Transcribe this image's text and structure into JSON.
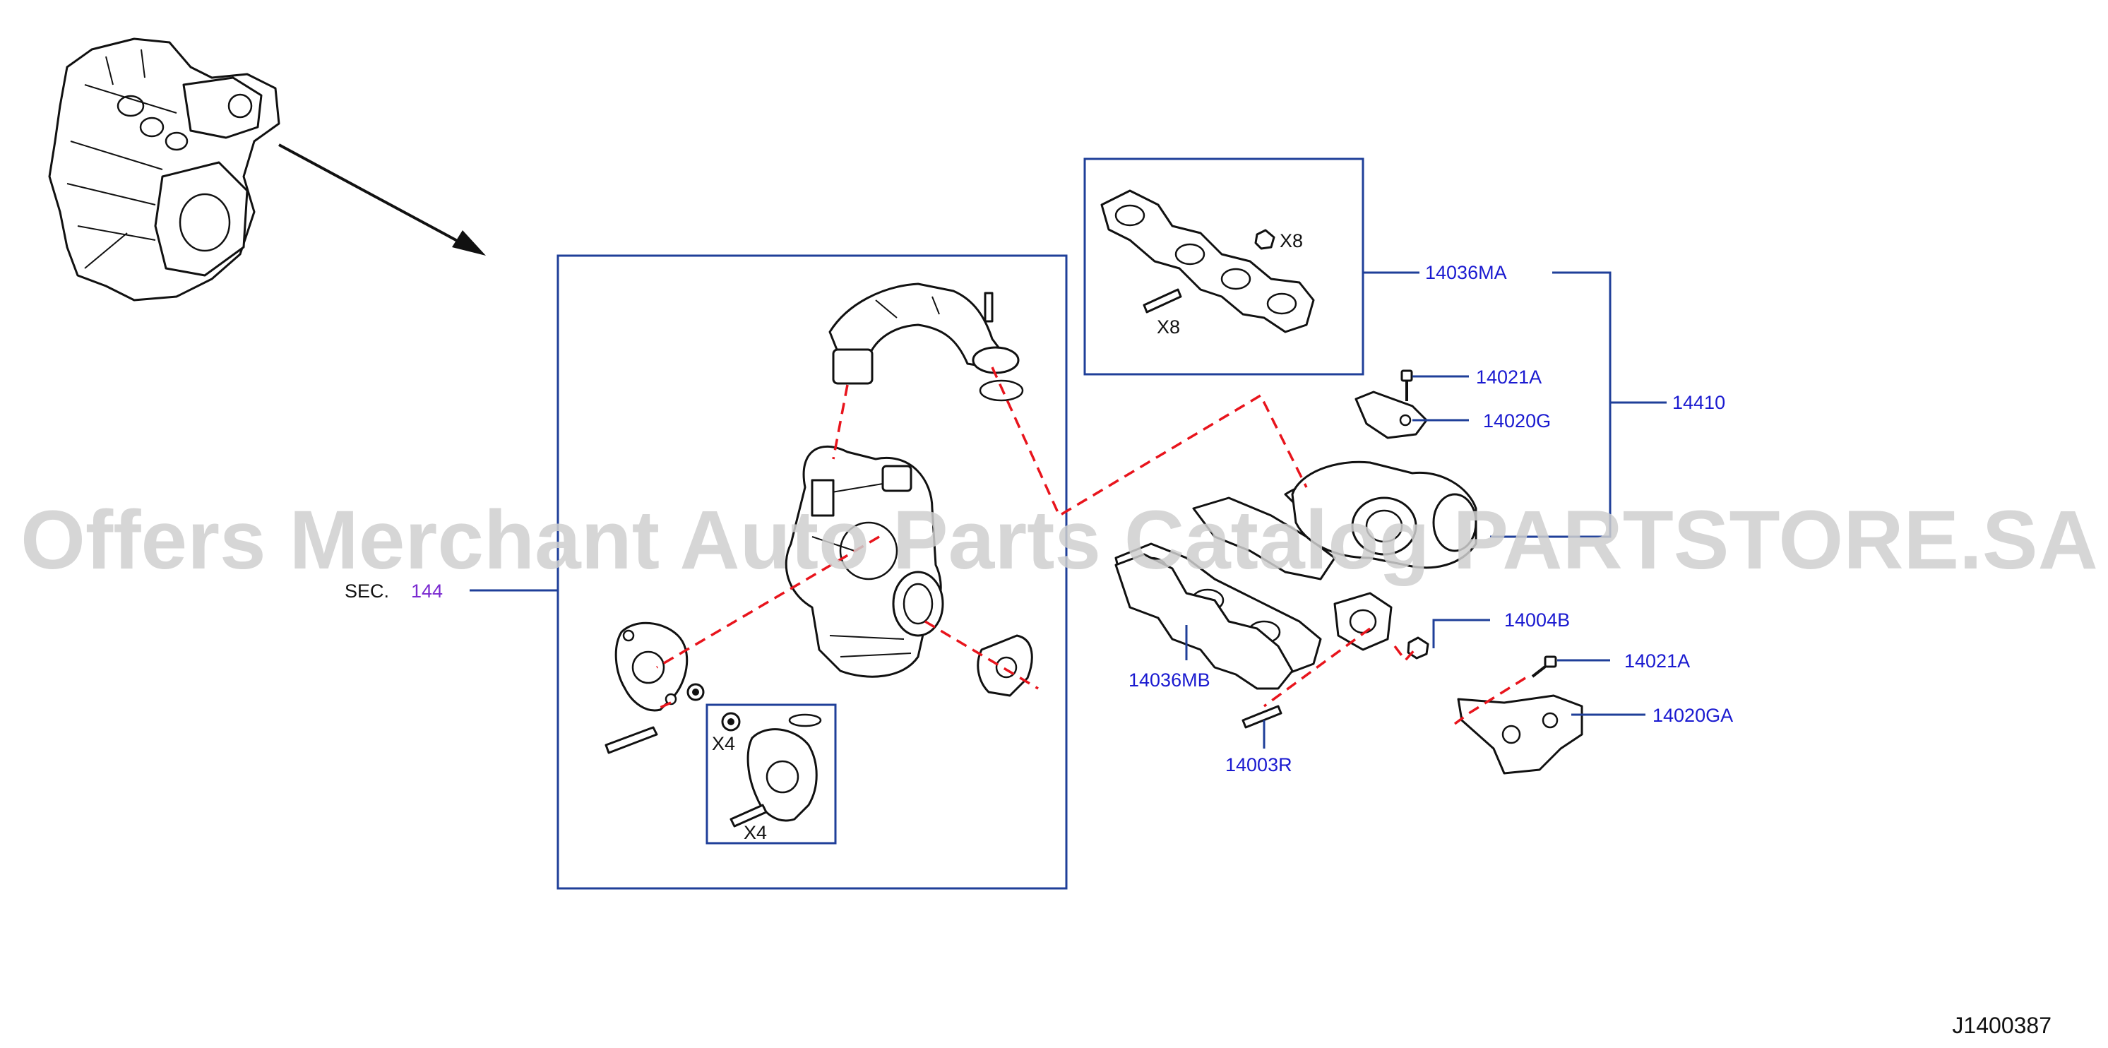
{
  "diagram": {
    "reference_code": "J1400387",
    "watermark": "Offers Merchant Auto Parts Catalog PARTSTORE.SA",
    "section_reference": {
      "prefix": "SEC.",
      "number": "144"
    },
    "quantity_labels": {
      "gasket_nuts": "X8",
      "gasket_studs": "X8",
      "inset_nuts": "X4",
      "inset_studs": "X4"
    },
    "part_callouts": {
      "manifold_gasket_a": "14036MA",
      "bolt_upper": "14021A",
      "bracket_upper": "14020G",
      "manifold_assembly": "14410",
      "nut": "14004B",
      "bolt_lower": "14021A",
      "bracket_lower": "14020GA",
      "manifold_gasket_b": "14036MB",
      "stud": "14003R"
    },
    "colors": {
      "callout_text": "#1a1ad0",
      "section_link": "#7a2ad0",
      "frame_line": "#1f3f99",
      "dashed_guide": "#e8141c",
      "drawing_ink": "#111111"
    }
  }
}
